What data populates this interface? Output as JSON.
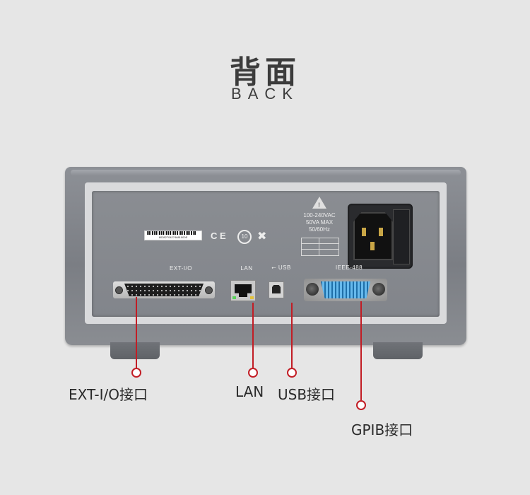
{
  "title": {
    "cn": "背面",
    "en": "BACK"
  },
  "device": {
    "port_labels": {
      "ext_io": "EXT-I/O",
      "lan": "LAN",
      "usb": "USB",
      "ieee": "IEEE-488"
    },
    "power_rating": [
      "100-240VAC",
      "50VA MAX",
      "50/60Hz"
    ],
    "certifications": {
      "ce": "C E",
      "circle": "10"
    },
    "barcode_text": "80282704274681000S"
  },
  "callouts": [
    {
      "label": "EXT-I/O接口"
    },
    {
      "label": "LAN"
    },
    {
      "label": "USB接口"
    },
    {
      "label": "GPIB接口"
    }
  ],
  "colors": {
    "callout": "#c21d25",
    "background": "#e6e6e6",
    "gpib": "#3a98d8"
  }
}
